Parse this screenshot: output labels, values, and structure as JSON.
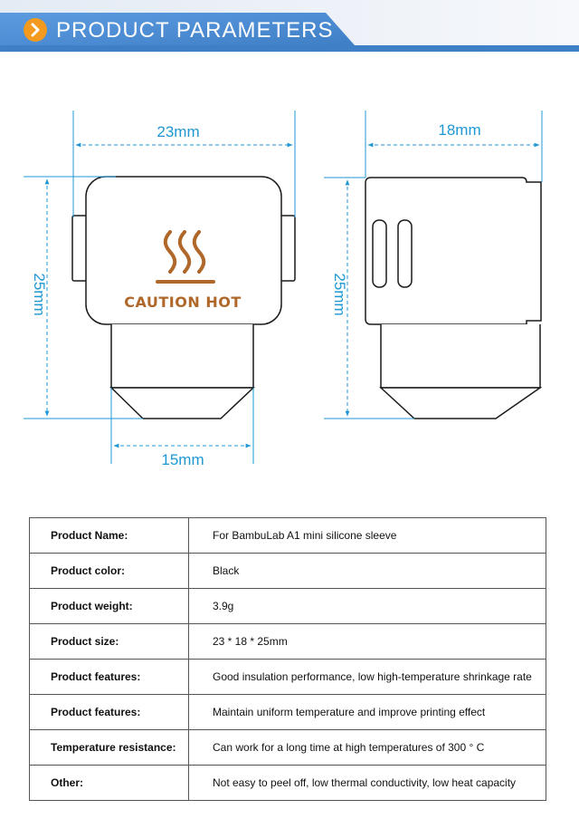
{
  "header": {
    "title": "PRODUCT PARAMETERS",
    "icon": "chevron-right-icon",
    "accent_color": "#f39a1f",
    "banner_color": "#4c8fd4"
  },
  "diagram": {
    "front_width": "23mm",
    "side_width": "18mm",
    "front_height": "25mm",
    "side_height": "25mm",
    "bottom_width": "15mm",
    "caution_text": "CAUTION HOT",
    "caution_icon": "heat-waves-icon",
    "dimension_color": "#1f97d4"
  },
  "specs": [
    {
      "label": "Product Name:",
      "value": "For BambuLab A1 mini silicone sleeve"
    },
    {
      "label": "Product color:",
      "value": "Black"
    },
    {
      "label": "Product weight:",
      "value": "3.9g"
    },
    {
      "label": "Product size:",
      "value": "23 * 18 * 25mm"
    },
    {
      "label": "Product features:",
      "value": "Good insulation performance, low high-temperature shrinkage rate"
    },
    {
      "label": "Product features:",
      "value": "Maintain uniform temperature and improve printing effect"
    },
    {
      "label": "Temperature resistance:",
      "value": "Can work for a long time at high temperatures of 300 ° C"
    },
    {
      "label": "Other:",
      "value": "Not easy to peel off, low thermal conductivity, low heat capacity"
    }
  ]
}
